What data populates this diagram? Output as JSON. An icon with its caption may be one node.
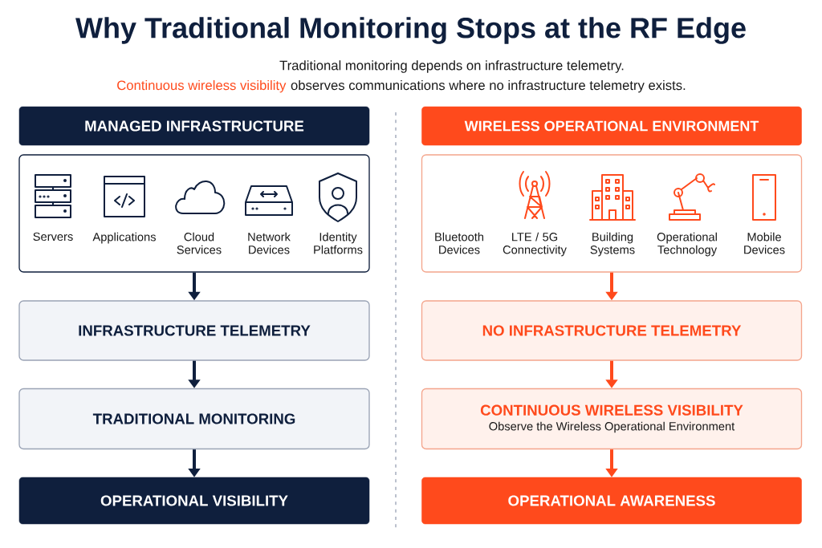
{
  "diagram": {
    "title": "Why Traditional Monitoring Stops at the RF Edge",
    "nodes": [
      {
        "text": [
          "MANAGED INFRASTRUCTURE"
        ]
      },
      {
        "text": [],
        "shape": "box"
      },
      {
        "text": [
          "Servers"
        ],
        "in": 1
      },
      {
        "text": [
          "Applications"
        ],
        "in": 1
      },
      {
        "text": [
          "Cloud Services"
        ],
        "in": 1
      },
      {
        "text": [
          "Network Devices"
        ],
        "in": 1
      },
      {
        "text": [
          "Identity Platforms"
        ],
        "in": 1
      },
      {
        "text": [
          "INFRASTRUCTURE TELEMETRY"
        ]
      },
      {
        "text": [
          "TRADITIONAL MONITORING"
        ]
      },
      {
        "text": [
          "OPERATIONAL VISIBILITY"
        ]
      },
      {
        "text": [
          "WIRELESS OPERATIONAL ENVIRONMENT"
        ]
      },
      {
        "text": [],
        "shape": "box"
      },
      {
        "text": [
          "Bluetooth Devices"
        ],
        "in": 11
      },
      {
        "text": [
          "LTE / 5G Connectivity"
        ],
        "in": 11
      },
      {
        "text": [
          "Building Systems"
        ],
        "in": 11
      },
      {
        "text": [
          "Operational Technology"
        ],
        "in": 11
      },
      {
        "text": [
          "Mobile Devices"
        ],
        "in": 11
      },
      {
        "text": [
          "NO INFRASTRUCTURE TELEMETRY"
        ]
      },
      {
        "text": [
          "CONTINUOUS WIRELESS VISIBILITY",
          "Observe the Wireless Operational Environment"
        ]
      },
      {
        "text": [
          "OPERATIONAL AWARENESS"
        ]
      }
    ],
    "edges": [
      {
        "from": 1,
        "to": 7,
        "arrow": "to"
      },
      {
        "from": 7,
        "to": 8,
        "arrow": "to"
      },
      {
        "from": 8,
        "to": 9,
        "arrow": "to"
      },
      {
        "from": 11,
        "to": 17,
        "arrow": "to",
        "color": "#ff4a1c"
      },
      {
        "from": 17,
        "to": 18,
        "arrow": "to",
        "color": "#ff4a1c"
      },
      {
        "from": 18,
        "to": 19,
        "arrow": "to",
        "color": "#ff4a1c"
      }
    ],
    "labels": [
      "Traditional monitoring depends on infrastructure telemetry.",
      "Continuous wireless visibility",
      "observes communications where no infrastructure telemetry exists."
    ]
  }
}
